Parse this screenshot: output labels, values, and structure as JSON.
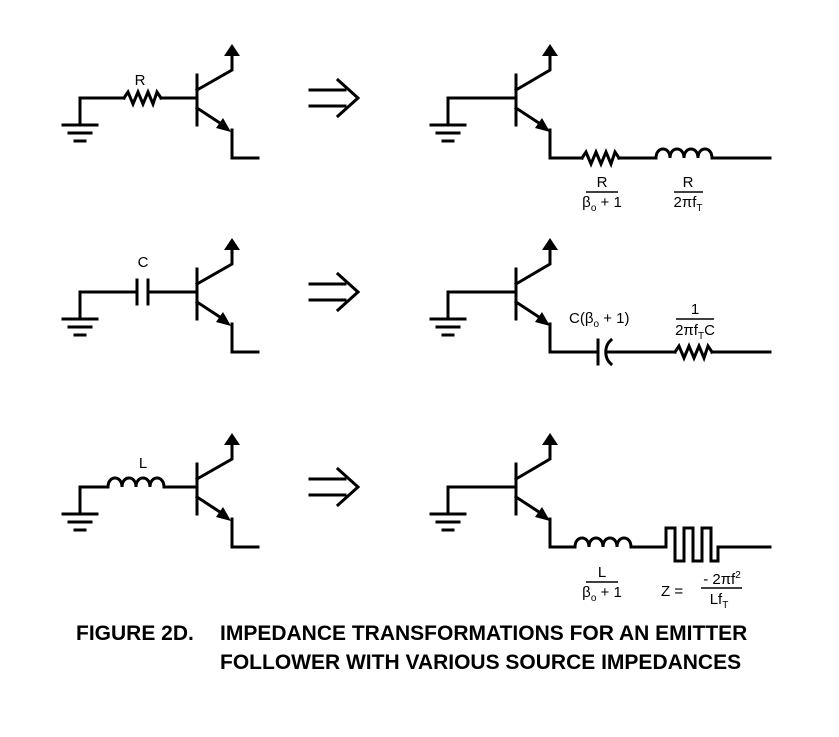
{
  "figure": {
    "label": "FIGURE 2D.",
    "caption": "IMPEDANCE TRANSFORMATIONS FOR AN EMITTER FOLLOWER WITH VARIOUS SOURCE IMPEDANCES"
  },
  "rows": [
    {
      "source_element": "resistor",
      "source_label": "R",
      "emitter_elements": [
        "resistor",
        "inductor"
      ],
      "emitter_labels": [
        {
          "numerator": "R",
          "denominator": "βo + 1"
        },
        {
          "numerator": "R",
          "denominator": "2πfT"
        }
      ]
    },
    {
      "source_element": "capacitor",
      "source_label": "C",
      "emitter_elements": [
        "capacitor",
        "resistor"
      ],
      "emitter_labels": [
        {
          "text": "C(βo + 1)"
        },
        {
          "numerator": "1",
          "denominator": "2πfTC"
        }
      ]
    },
    {
      "source_element": "inductor",
      "source_label": "L",
      "emitter_elements": [
        "inductor",
        "negative-resistor"
      ],
      "emitter_labels": [
        {
          "numerator": "L",
          "denominator": "βo + 1"
        },
        {
          "prefix": "Z = ",
          "numerator": "- 2πf²",
          "denominator": "LfT"
        }
      ]
    }
  ]
}
